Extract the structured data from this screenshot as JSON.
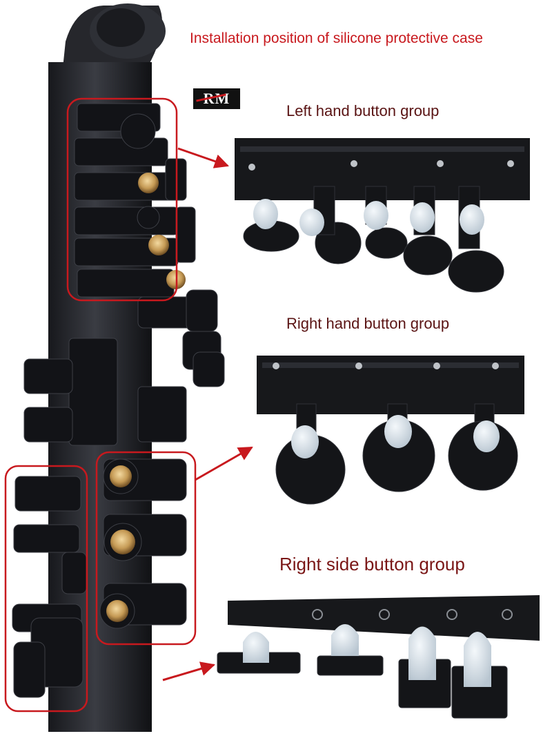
{
  "header": {
    "title": "Installation position of silicone protective case"
  },
  "logo": {
    "text": "RM"
  },
  "groups": {
    "left_hand": "Left hand button group",
    "right_hand": "Right hand button group",
    "right_side": "Right side button group"
  },
  "colors": {
    "accent": "#c8191e",
    "label": "#5a1414",
    "instrument": "#1b1c20",
    "silicone": "#dfe6ec"
  }
}
